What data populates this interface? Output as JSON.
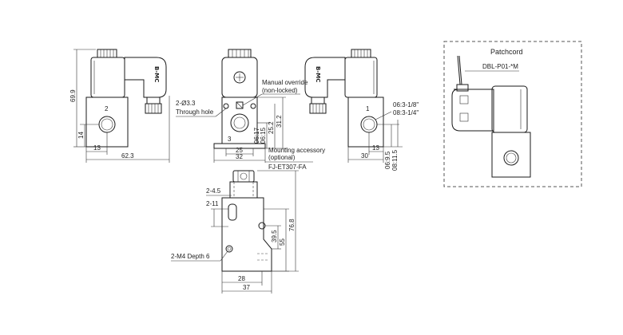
{
  "brand_label": "B-MC",
  "view1": {
    "port_number": "2",
    "dim_overall_height": "69.9",
    "dim_port_height": "14",
    "dim_port_offset": "13",
    "dim_overall_length": "62.3",
    "hole_spec_line1": "2-Ø3.3",
    "hole_spec_line2": "Through hole"
  },
  "view2": {
    "port_number": "3",
    "callout_override_line1": "Manual override",
    "callout_override_line2": "(non-locked)",
    "dim_height_a": "31.2",
    "dim_height_b": "25.2",
    "dim_height_c": "06:15",
    "dim_height_d": "06:17",
    "dim_width_inner": "25",
    "dim_width_outer": "32",
    "callout_mount_line1": "Mounting accessory",
    "callout_mount_line2": "(optional)",
    "callout_mount_line3": "FJ-ET307-FA"
  },
  "view3": {
    "port_number": "1",
    "thread_spec_line1": "06:3-1/8\"",
    "thread_spec_line2": "08:3-1/4\"",
    "dim_port_offset": "13",
    "dim_width": "30",
    "dim_height_a": "06:9.5",
    "dim_height_b": "08:11.5"
  },
  "patchcord": {
    "title": "Patchcord",
    "part_number": "DBL-P01-*M"
  },
  "view4": {
    "dim_slot_width": "2-4.5",
    "dim_slot_height": "2-11",
    "dim_hole_spacing": "39.5",
    "dim_height_mid": "55",
    "dim_height_total": "76.8",
    "dim_width_inner": "28",
    "dim_width_outer": "37",
    "thread_spec": "2-M4 Depth 6"
  }
}
